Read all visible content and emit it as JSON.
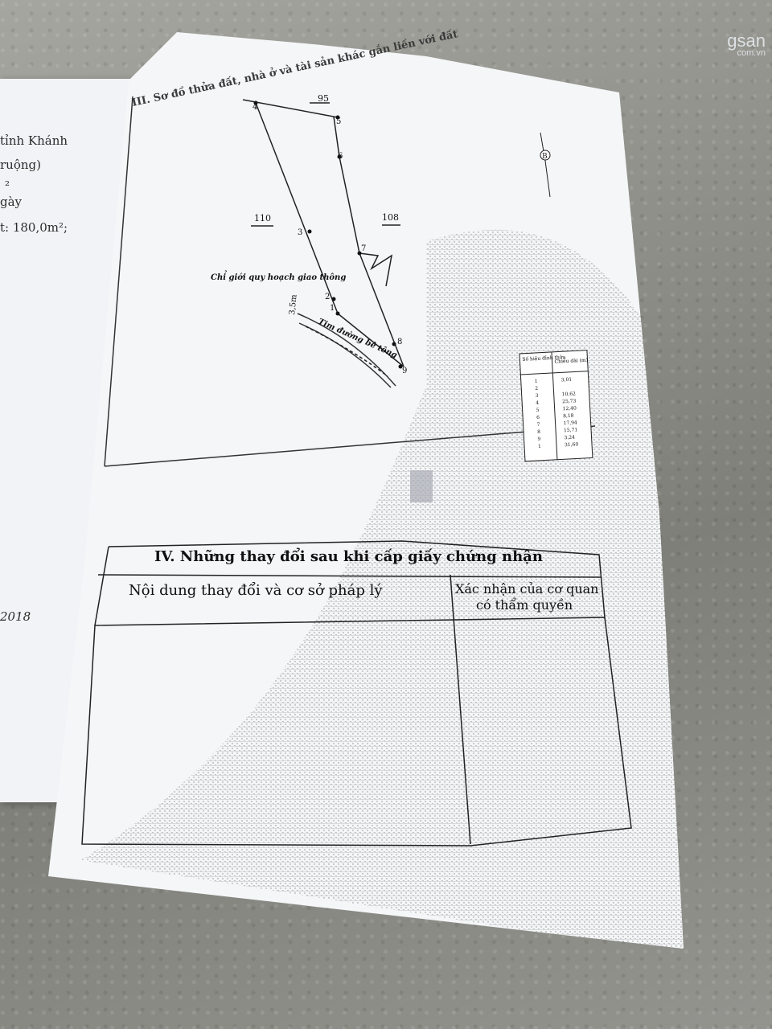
{
  "watermark": {
    "brand": "gsan",
    "domain": "com.vn"
  },
  "left_page": {
    "lines": [
      "tỉnh Khánh",
      "ruộng)",
      "²",
      "gày",
      "t: 180,0m²;",
      "2018"
    ]
  },
  "section3": {
    "title": "III. Sơ đồ thửa đất, nhà ở và tài sản khác gắn liền với đất",
    "parcel_labels": [
      "95",
      "110",
      "108"
    ],
    "points": [
      "1",
      "2",
      "3",
      "4",
      "5",
      "6",
      "7",
      "8",
      "9"
    ],
    "road_boundary_label": "Chỉ giới quy hoạch giao thông",
    "road_label": "Tim đường bê tông",
    "width_label": "3,5m",
    "north_label": "B"
  },
  "edge_table": {
    "headers": [
      "Số hiệu đỉnh thửa",
      "Chiều dài (m)"
    ],
    "rows": [
      [
        "1",
        "3,01"
      ],
      [
        "2",
        "",
        "3",
        "10,62"
      ],
      [
        "4",
        "25,73"
      ],
      [
        "5",
        "12,40"
      ],
      [
        "6",
        "8,18"
      ],
      [
        "7",
        "17,94"
      ],
      [
        "8",
        "15,71"
      ],
      [
        "9",
        "3,24"
      ],
      [
        "1",
        "31,60"
      ]
    ]
  },
  "section4": {
    "title": "IV. Những thay đổi sau khi cấp giấy chứng nhận",
    "col1": "Nội dung thay đổi và cơ sở pháp lý",
    "col2_line1": "Xác nhận của cơ quan",
    "col2_line2": "có thẩm quyền"
  }
}
